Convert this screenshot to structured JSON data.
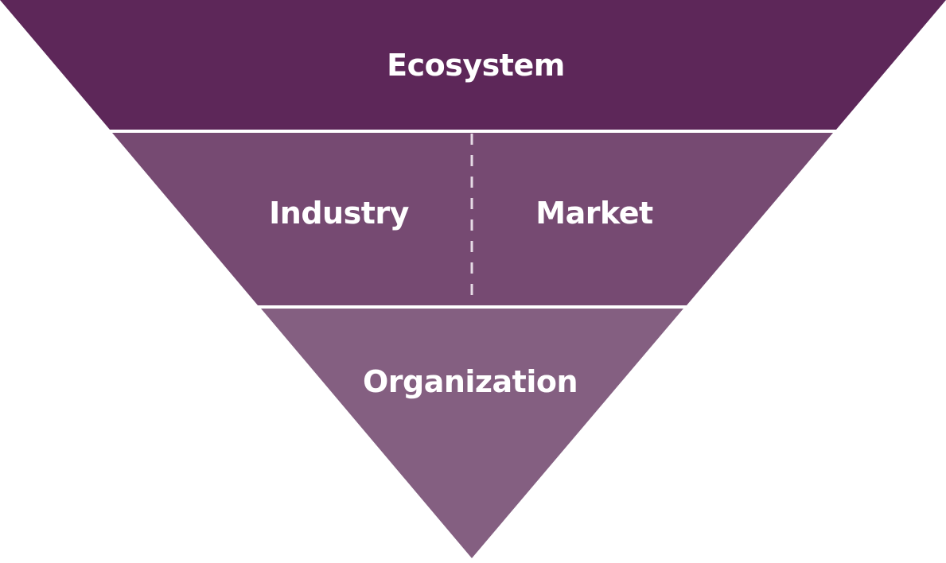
{
  "diagram": {
    "title": "Inverted pyramid of levels",
    "levels": [
      {
        "label": "Ecosystem",
        "color": "#5d2759"
      },
      {
        "label_left": "Industry",
        "label_right": "Market",
        "color": "#764a72"
      },
      {
        "label": "Organization",
        "color": "#845f81"
      }
    ],
    "divider_color": "#e6dbe5"
  }
}
